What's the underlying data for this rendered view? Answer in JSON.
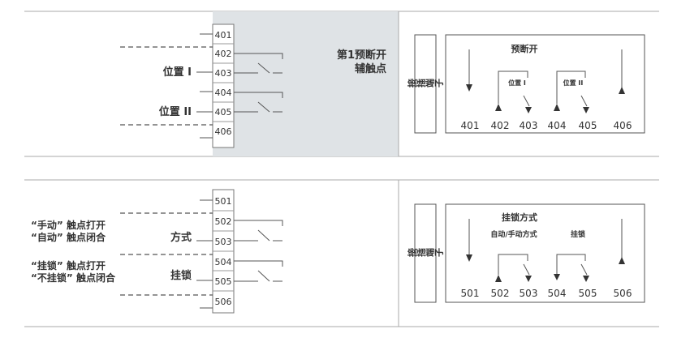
{
  "top": {
    "left_labels": {
      "pos1": "位置 I",
      "pos2": "位置 II"
    },
    "terminals": [
      "401",
      "402",
      "403",
      "404",
      "405",
      "406"
    ],
    "title_lines": [
      "第1预断开",
      "辅触点"
    ],
    "plug_label": "接插端子",
    "box_title": "预断开",
    "switch_labels": {
      "pos1": "位置 I",
      "pos2": "位置 II"
    },
    "bottom_numbers": [
      "401",
      "402",
      "403",
      "404",
      "405",
      "406"
    ]
  },
  "bottom": {
    "left_labels": {
      "manual_open": "“手动” 触点打开",
      "auto_close": "“自动” 触点闭合",
      "mode": "方式",
      "lock_open": "“挂锁” 触点打开",
      "unlock_close": "“不挂锁” 触点闭合",
      "lock": "挂锁"
    },
    "terminals": [
      "501",
      "502",
      "503",
      "504",
      "505",
      "506"
    ],
    "plug_label": "接插端子",
    "box_title": "挂锁方式",
    "switch_labels": {
      "auto_manual": "自动/手动方式",
      "lock": "挂锁"
    },
    "bottom_numbers": [
      "501",
      "502",
      "503",
      "504",
      "505",
      "506"
    ]
  }
}
